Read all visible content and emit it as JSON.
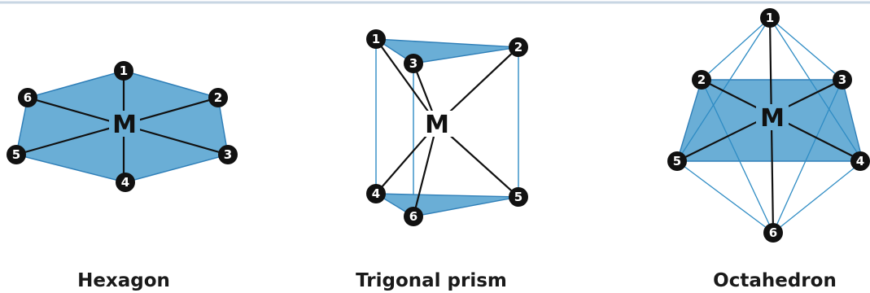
{
  "colors": {
    "face_fill": "#6aaed6",
    "face_stroke": "#2f7fb8",
    "edge_blue": "#2f8cc4",
    "bond": "#111111",
    "node": "#111111",
    "rule": "#c8d6e3"
  },
  "figures": [
    {
      "id": "hexagon",
      "caption": "Hexagon",
      "center_label": "M",
      "vertex_labels": [
        "1",
        "2",
        "3",
        "4",
        "5",
        "6"
      ]
    },
    {
      "id": "trigonal-prism",
      "caption": "Trigonal prism",
      "center_label": "M",
      "vertex_labels": [
        "1",
        "2",
        "3",
        "4",
        "5",
        "6"
      ]
    },
    {
      "id": "octahedron",
      "caption": "Octahedron",
      "center_label": "M",
      "vertex_labels": [
        "1",
        "2",
        "3",
        "4",
        "5",
        "6"
      ]
    }
  ]
}
